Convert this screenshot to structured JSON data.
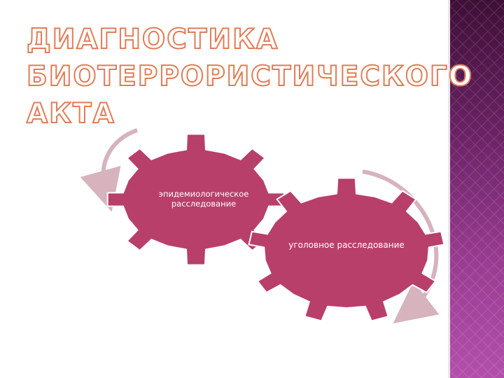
{
  "slide": {
    "title_lines": [
      "ДИАГНОСТИКА",
      "БИОТЕРРОРИСТИЧЕСКОГО",
      "АКТА"
    ]
  },
  "diagram": {
    "gears": [
      {
        "label": "эпидемиологическое расследование"
      },
      {
        "label": "уголовное расследование"
      }
    ],
    "arrows": [
      "arrow-circular-left",
      "arrow-circular-right"
    ]
  },
  "colors": {
    "gear_fill": "#b83f6a",
    "arrow": "#d6b3bd",
    "title_outline": "#e07d57",
    "sidebar_top": "#3e0f36",
    "sidebar_bottom": "#b34fab"
  }
}
